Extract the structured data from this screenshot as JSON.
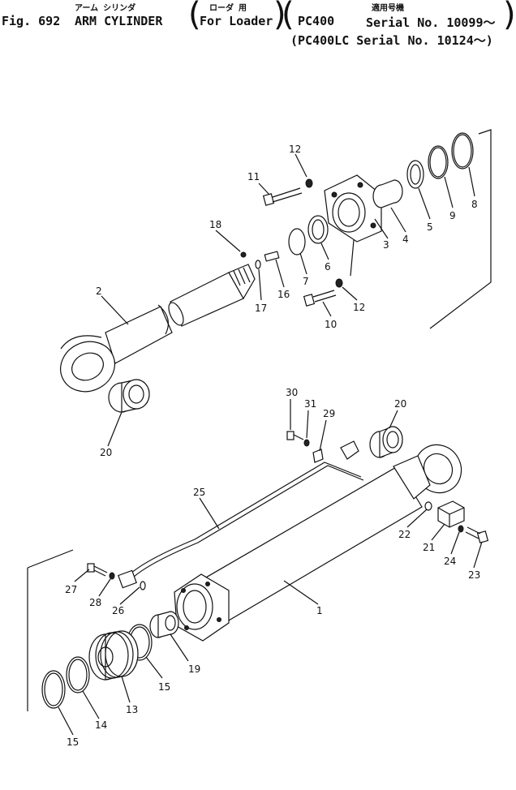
{
  "header": {
    "fig_label": "Fig. 692",
    "title_en": "ARM CYLINDER",
    "title_jp": "アーム シリンダ",
    "usage_jp": "ローダ 用",
    "usage_en": "For Loader",
    "applicable_jp": "適用号機",
    "model1": "PC400",
    "serial1": "Serial No. 10099～",
    "model2": "(PC400LC Serial No. 10124～)"
  },
  "callouts": {
    "c1": "1",
    "c2": "2",
    "c3": "3",
    "c4": "4",
    "c5": "5",
    "c6": "6",
    "c7": "7",
    "c8": "8",
    "c9": "9",
    "c10": "10",
    "c11": "11",
    "c12a": "12",
    "c12b": "12",
    "c13": "13",
    "c14": "14",
    "c15a": "15",
    "c15b": "15",
    "c16": "16",
    "c17": "17",
    "c18": "18",
    "c19": "19",
    "c20a": "20",
    "c20b": "20",
    "c21": "21",
    "c22": "22",
    "c23": "23",
    "c24": "24",
    "c25": "25",
    "c26": "26",
    "c27": "27",
    "c28": "28",
    "c29": "29",
    "c30": "30",
    "c31": "31"
  }
}
